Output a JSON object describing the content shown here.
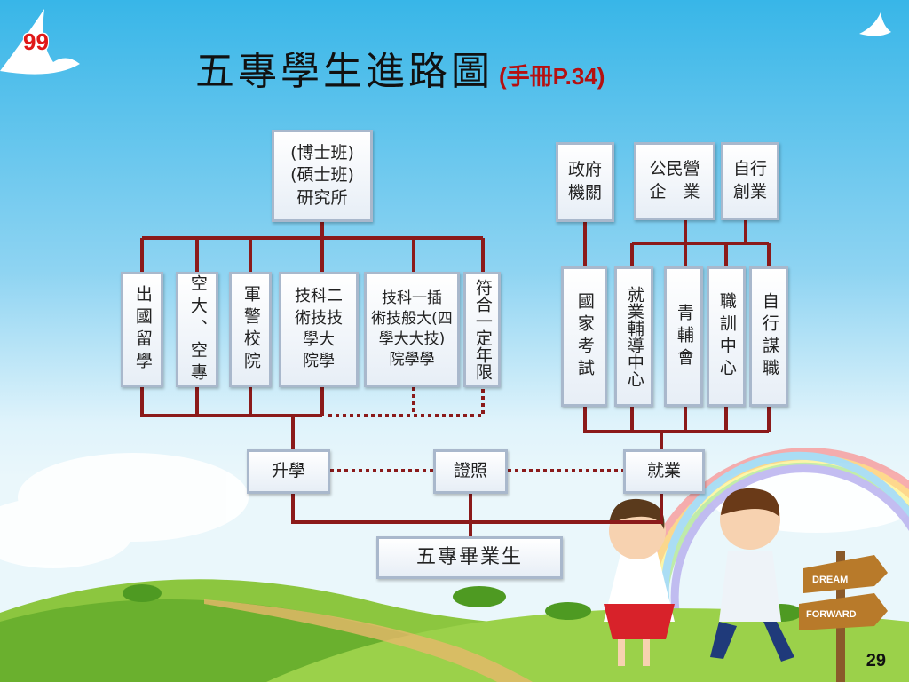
{
  "badge": "99",
  "title": "五專學生進路圖",
  "title_ref": "(手冊P.34)",
  "page_number": "29",
  "signpost": {
    "top": "DREAM",
    "bottom": "FORWARD"
  },
  "boxes": {
    "graduate": "(博士班)\n(碩士班)\n研究所",
    "gov": "政府\n機關",
    "enterprise": "公民營\n企　業",
    "selfstart": "自行\n創業",
    "abroad": "出國留學",
    "open_univ": "空大、空專",
    "military": "軍警校院",
    "tech_2yr": "技科二\n術技技\n學大\n院學",
    "tech_4yr": "技科一插\n術技般大(四\n學大大技)\n院學學",
    "qualify": "符合一定年限",
    "exam": "國家考試",
    "career_center": "就業輔導中心",
    "youth": "青輔會",
    "training": "職訓中心",
    "self_job": "自行謀職",
    "further_study": "升學",
    "license": "證照",
    "employment": "就業",
    "graduates": "五專畢業生"
  },
  "colors": {
    "line": "#8b1a1a",
    "box_border": "#a9b8cc",
    "title_ref": "#b51010"
  }
}
